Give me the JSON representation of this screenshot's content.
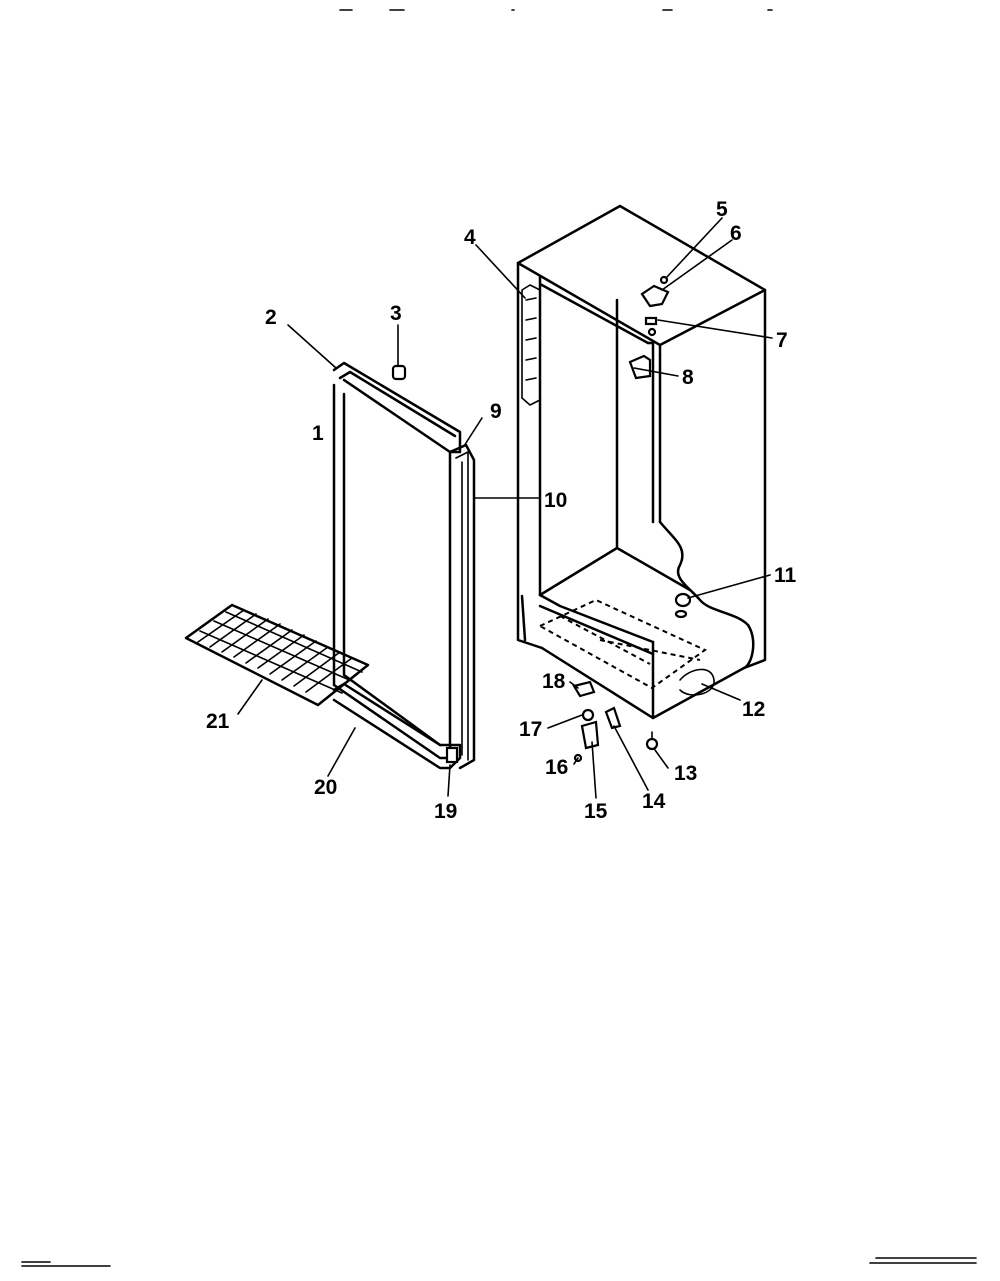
{
  "diagram": {
    "callouts": [
      {
        "id": "1",
        "text": "1"
      },
      {
        "id": "2",
        "text": "2"
      },
      {
        "id": "3",
        "text": "3"
      },
      {
        "id": "4",
        "text": "4"
      },
      {
        "id": "5",
        "text": "5"
      },
      {
        "id": "6",
        "text": "6"
      },
      {
        "id": "7",
        "text": "7"
      },
      {
        "id": "8",
        "text": "8"
      },
      {
        "id": "9",
        "text": "9"
      },
      {
        "id": "10",
        "text": "10"
      },
      {
        "id": "11",
        "text": "11"
      },
      {
        "id": "12",
        "text": "12"
      },
      {
        "id": "13",
        "text": "13"
      },
      {
        "id": "14",
        "text": "14"
      },
      {
        "id": "15",
        "text": "15"
      },
      {
        "id": "16",
        "text": "16"
      },
      {
        "id": "17",
        "text": "17"
      },
      {
        "id": "18",
        "text": "18"
      },
      {
        "id": "19",
        "text": "19"
      },
      {
        "id": "20",
        "text": "20"
      },
      {
        "id": "21",
        "text": "21"
      }
    ]
  },
  "colors": {
    "ink": "#000000",
    "paper": "#ffffff"
  }
}
